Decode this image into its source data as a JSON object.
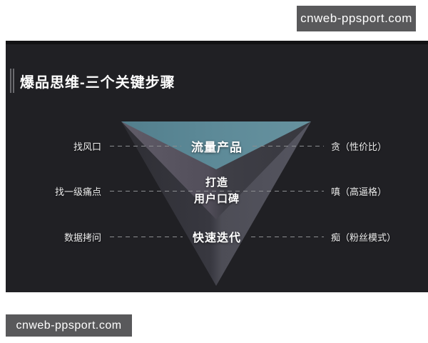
{
  "watermarks": {
    "top": "cnweb-ppsport.com",
    "bottom": "cnweb-ppsport.com"
  },
  "slide": {
    "title": "爆品思维-三个关键步骤",
    "funnel": {
      "type": "inverted-pyramid",
      "levels": [
        {
          "center": "流量产品",
          "left": "找风口",
          "right": "贪（性价比）",
          "color": "#5d8a98"
        },
        {
          "center_line1": "打造",
          "center_line2": "用户口碑",
          "left": "找一级痛点",
          "right": "嗔（高逼格）",
          "color": "#4c4853"
        },
        {
          "center": "快速迭代",
          "left": "数据拷问",
          "right": "痴（粉丝模式）",
          "color": "#3c3c44"
        }
      ]
    }
  },
  "colors": {
    "page_bg": "#ffffff",
    "slide_bg": "#202024",
    "watermark_bg": "#59595b",
    "dash_line": "#8b8d90",
    "teal_layer": "#5d8a98",
    "mid_layer": "#4c4853",
    "outer_layer": "#3c3c44"
  }
}
